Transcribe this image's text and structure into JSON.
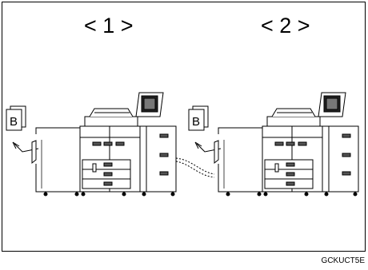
{
  "labels": {
    "first": "< 1 >",
    "second": "< 2 >"
  },
  "sheet_letter": "B",
  "figure_code": "GCKUCT5E"
}
